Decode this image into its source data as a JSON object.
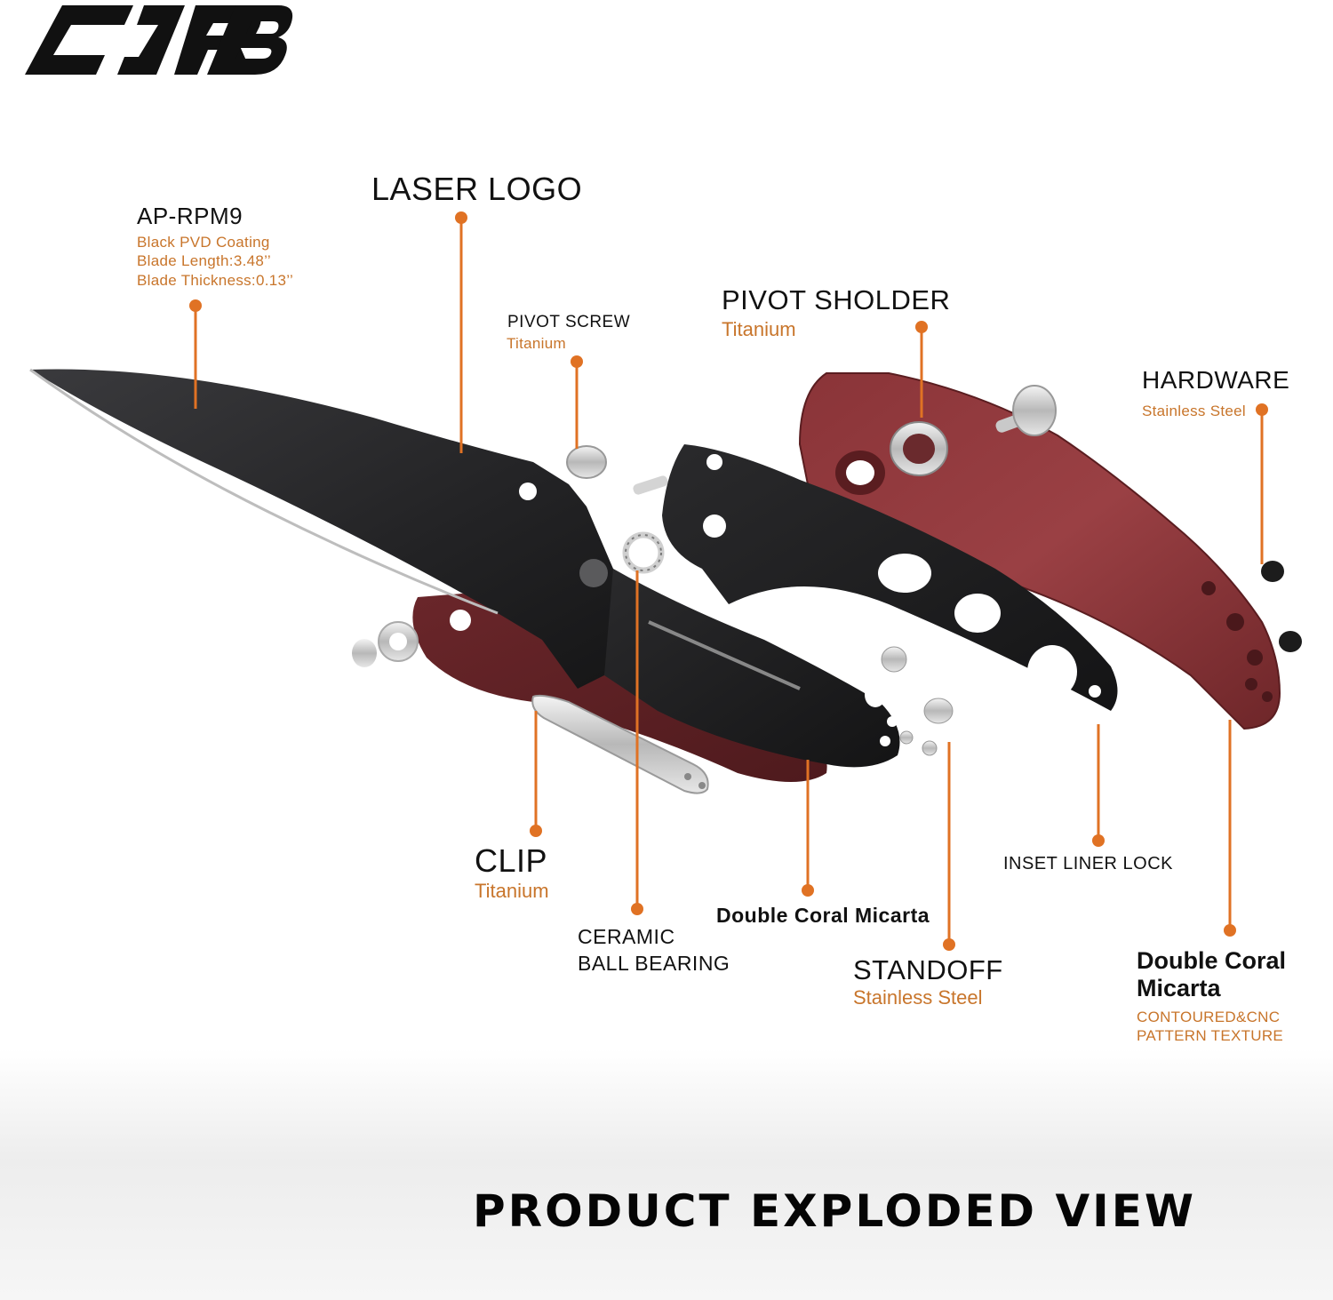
{
  "brand": {
    "logo_text": "CJRB"
  },
  "colors": {
    "accent": "#e07224",
    "micarta": "#7a2c30",
    "steel": "#1d1d1f",
    "label_orange": "#c8752b"
  },
  "callouts": {
    "blade": {
      "title": "AP-RPM9",
      "lines": [
        "Black PVD Coating",
        "Blade Length:3.48’’",
        "Blade Thickness:0.13’’"
      ]
    },
    "laser_logo": {
      "title": "LASER LOGO"
    },
    "pivot_screw": {
      "title": "PIVOT SCREW",
      "material": "Titanium"
    },
    "pivot_sholder": {
      "title": "PIVOT SHOLDER",
      "material": "Titanium"
    },
    "hardware": {
      "title": "HARDWARE",
      "material": "Stainless Steel"
    },
    "clip": {
      "title": "CLIP",
      "material": "Titanium"
    },
    "ceramic_bearing": {
      "title_line1": "CERAMIC",
      "title_line2": "BALL BEARING"
    },
    "inner_micarta": {
      "title": "Double Coral Micarta"
    },
    "standoff": {
      "title": "STANDOFF",
      "material": "Stainless Steel"
    },
    "liner_lock": {
      "title": "INSET LINER LOCK"
    },
    "outer_micarta": {
      "title_line1": "Double Coral",
      "title_line2": "Micarta",
      "note_line1": "CONTOURED&CNC",
      "note_line2": "PATTERN TEXTURE"
    }
  },
  "footer": {
    "title": "PRODUCT EXPLODED VIEW"
  }
}
